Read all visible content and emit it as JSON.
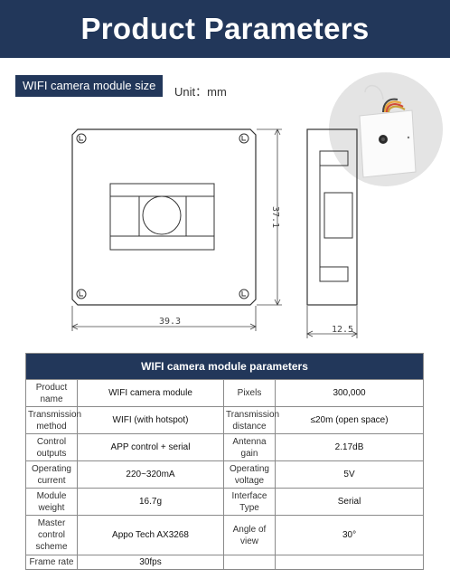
{
  "header": {
    "title": "Product Parameters"
  },
  "size_section": {
    "tag": "WIFI camera module size",
    "unit": "Unit：mm",
    "dim_width": "39.3",
    "dim_height": "37.1",
    "dim_depth": "12.5"
  },
  "params_table": {
    "title": "WIFI camera module parameters",
    "rows": [
      [
        {
          "k": "Product name",
          "v": "WIFI camera module"
        },
        {
          "k": "Pixels",
          "v": "300,000"
        }
      ],
      [
        {
          "k": "Transmission method",
          "v": "WIFI (with hotspot)"
        },
        {
          "k": "Transmission distance",
          "v": "≤20m (open space)"
        }
      ],
      [
        {
          "k": "Control outputs",
          "v": "APP control + serial"
        },
        {
          "k": "Antenna gain",
          "v": "2.17dB"
        }
      ],
      [
        {
          "k": "Operating current",
          "v": "220~320mA"
        },
        {
          "k": "Operating voltage",
          "v": "5V"
        }
      ],
      [
        {
          "k": "Module weight",
          "v": "16.7g"
        },
        {
          "k": "Interface Type",
          "v": "Serial"
        }
      ],
      [
        {
          "k": "Master control scheme",
          "v": "Appo Tech AX3268"
        },
        {
          "k": "Angle of view",
          "v": "30°"
        }
      ],
      [
        {
          "k": "Frame rate",
          "v": "30fps"
        },
        {
          "k": "",
          "v": ""
        }
      ]
    ]
  }
}
